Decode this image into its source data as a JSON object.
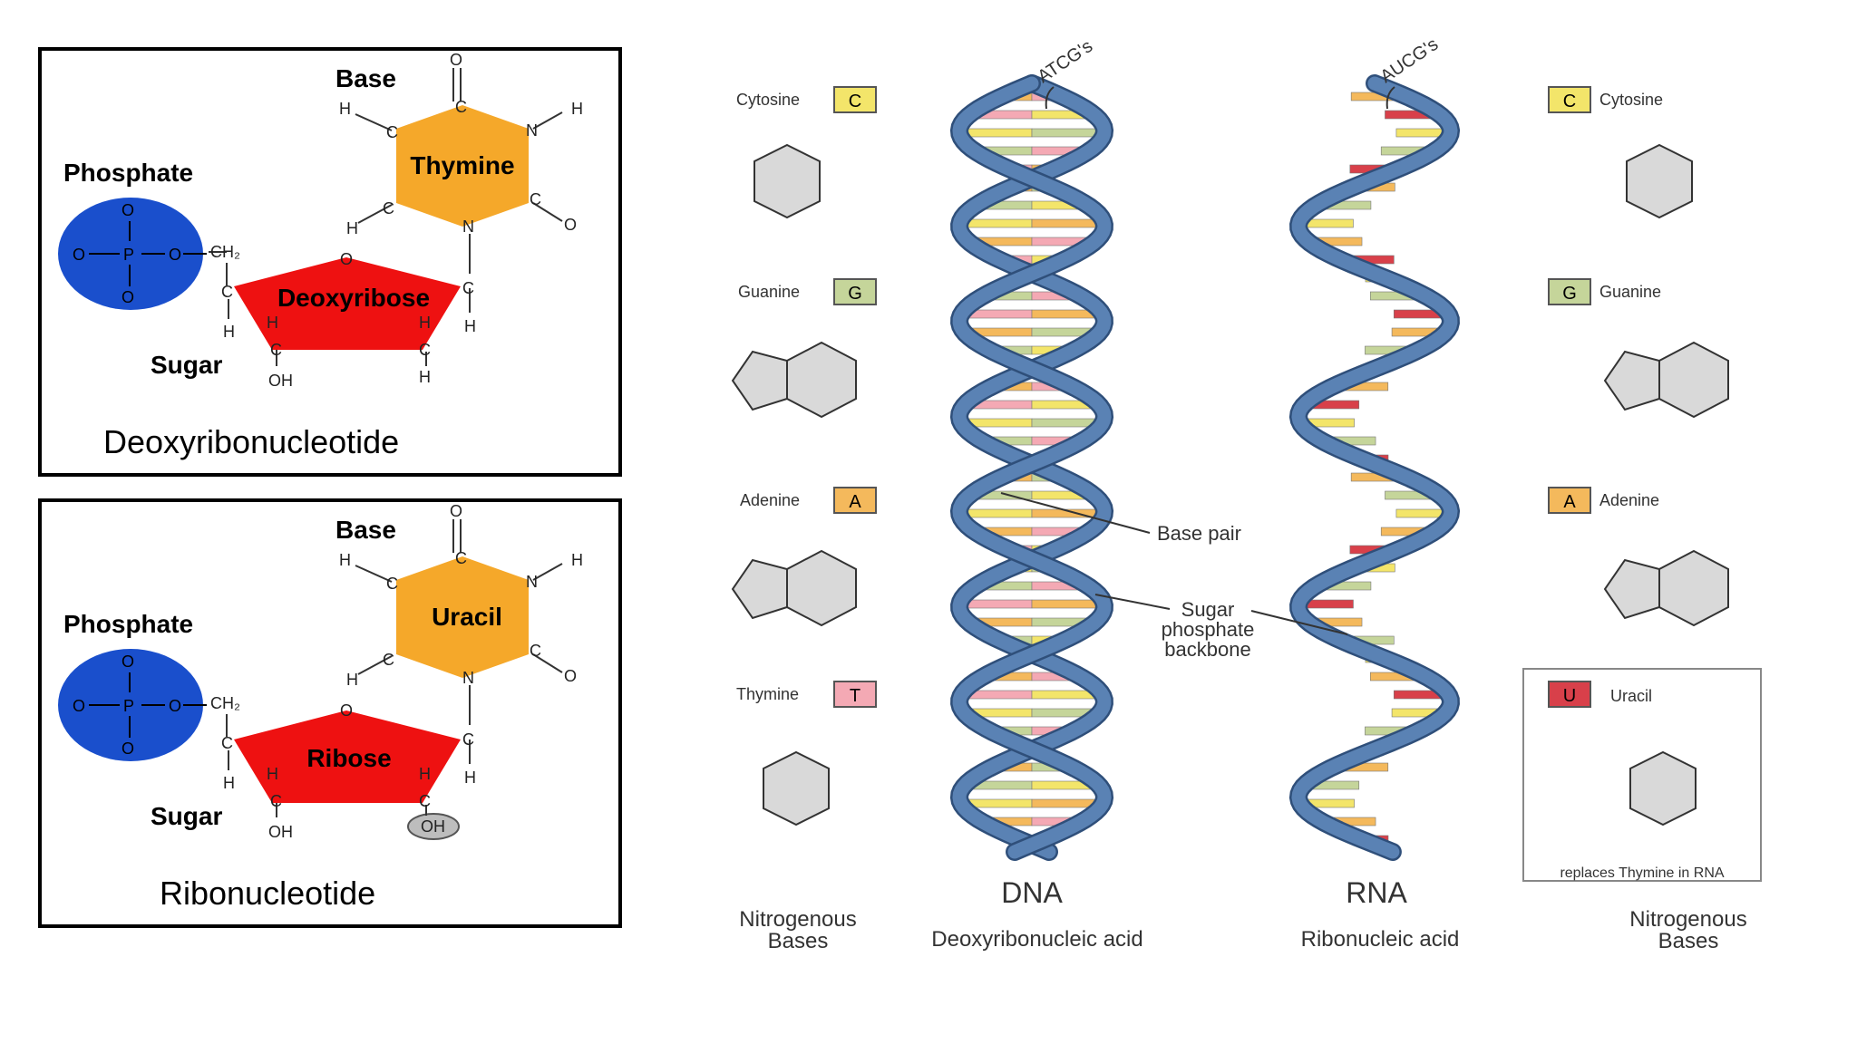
{
  "nucleotides": {
    "dna": {
      "base_label": "Base",
      "phosphate_label": "Phosphate",
      "sugar_label": "Sugar",
      "base_name": "Thymine",
      "sugar_name": "Deoxyribose",
      "caption": "Deoxyribonucleotide",
      "colors": {
        "base": "#f5a82a",
        "sugar": "#ee1111",
        "phosphate": "#1a4fcc"
      }
    },
    "rna": {
      "base_label": "Base",
      "phosphate_label": "Phosphate",
      "sugar_label": "Sugar",
      "base_name": "Uracil",
      "sugar_name": "Ribose",
      "caption": "Ribonucleotide",
      "colors": {
        "base": "#f5a82a",
        "sugar": "#ee1111",
        "phosphate": "#1a4fcc"
      }
    },
    "atoms": {
      "O": "O",
      "C": "C",
      "N": "N",
      "H": "H",
      "P": "P",
      "OH": "OH",
      "CH2": "CH₂"
    }
  },
  "helices": {
    "dna": {
      "title": "DNA",
      "subtitle": "Deoxyribonucleic acid",
      "top_note": "ATCG's"
    },
    "rna": {
      "title": "RNA",
      "subtitle": "Ribonucleic acid",
      "top_note": "AUCG's"
    },
    "annotations": {
      "base_pair": "Base pair",
      "backbone_1": "Sugar",
      "backbone_2": "phosphate",
      "backbone_3": "backbone"
    },
    "colors": {
      "backbone": "#5a82b4",
      "backbone_edge": "#2f4f7a",
      "C": "#f3e56a",
      "G": "#c5d59a",
      "A": "#f4b95c",
      "T": "#f4a9b4",
      "U": "#d8404a"
    }
  },
  "bases_left": {
    "items": [
      {
        "name": "Cytosine",
        "code": "C",
        "color": "#f3e56a"
      },
      {
        "name": "Guanine",
        "code": "G",
        "color": "#c5d59a"
      },
      {
        "name": "Adenine",
        "code": "A",
        "color": "#f4b95c"
      },
      {
        "name": "Thymine",
        "code": "T",
        "color": "#f4a9b4"
      }
    ],
    "footer_1": "Nitrogenous",
    "footer_2": "Bases"
  },
  "bases_right": {
    "items": [
      {
        "name": "Cytosine",
        "code": "C",
        "color": "#f3e56a"
      },
      {
        "name": "Guanine",
        "code": "G",
        "color": "#c5d59a"
      },
      {
        "name": "Adenine",
        "code": "A",
        "color": "#f4b95c"
      },
      {
        "name": "Uracil",
        "code": "U",
        "color": "#d8404a"
      }
    ],
    "uracil_note": "replaces Thymine in RNA",
    "footer_1": "Nitrogenous",
    "footer_2": "Bases"
  }
}
